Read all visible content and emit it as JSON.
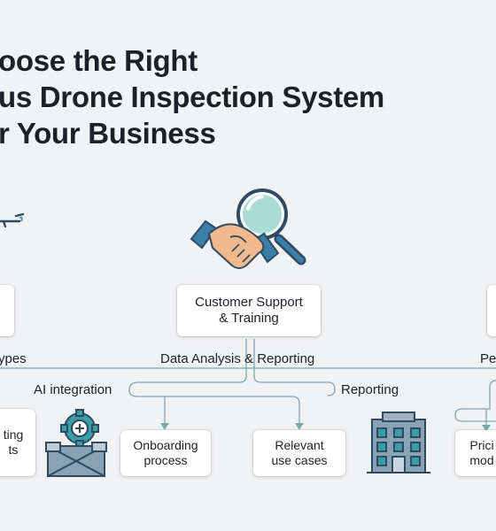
{
  "title": {
    "line1": "oose the Right",
    "line2": "us Drone Inspection System",
    "line3": "r Your Business"
  },
  "cards": {
    "customer_support": "Customer Support\n& Training",
    "onboarding": "Onboarding\nprocess",
    "relevant": "Relevant\nuse cases",
    "setting": "ting\nts",
    "pricing": "Prici\nmod"
  },
  "labels": {
    "types": "ypes",
    "data_analysis": "Data Analysis & Reporting",
    "pe": "Pe",
    "ai_integration": "AI integration",
    "reporting": "Reporting"
  },
  "colors": {
    "connector": "#7aa9b0",
    "navy": "#2f4a63",
    "teal": "#3a9ea6",
    "skin": "#f1b98c"
  },
  "icons": [
    "drone-icon",
    "handshake-icon",
    "magnifier-icon",
    "gear-crate-icon",
    "building-icon"
  ]
}
